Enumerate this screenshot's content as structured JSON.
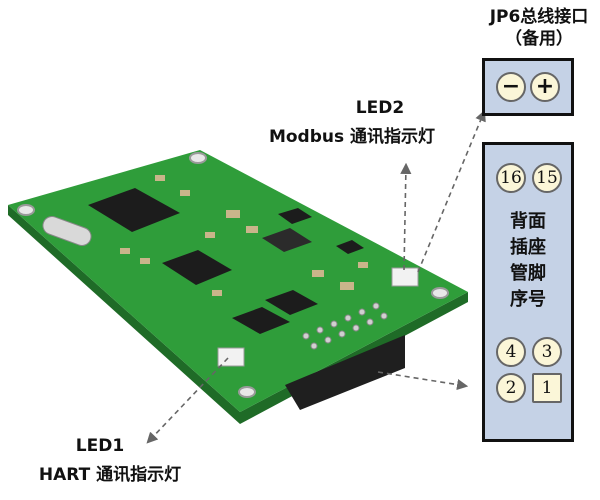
{
  "jp6": {
    "title": "JP6总线接口",
    "subtitle": "（备用）",
    "minus": "−",
    "plus": "+"
  },
  "led2": {
    "name": "LED2",
    "desc": "Modbus 通讯指示灯"
  },
  "led1": {
    "name": "LED1",
    "desc": "HART 通讯指示灯"
  },
  "pins": {
    "top_left": "16",
    "top_right": "15",
    "caption": [
      "背面",
      "插座",
      "管脚",
      "序号"
    ],
    "mid_left": "4",
    "mid_right": "3",
    "bot_left": "2",
    "bot_right": "1"
  },
  "colors": {
    "board_green": "#2f9d3a",
    "connector_fill": "#c5d2e6",
    "pin_fill": "#fbf6d8"
  }
}
